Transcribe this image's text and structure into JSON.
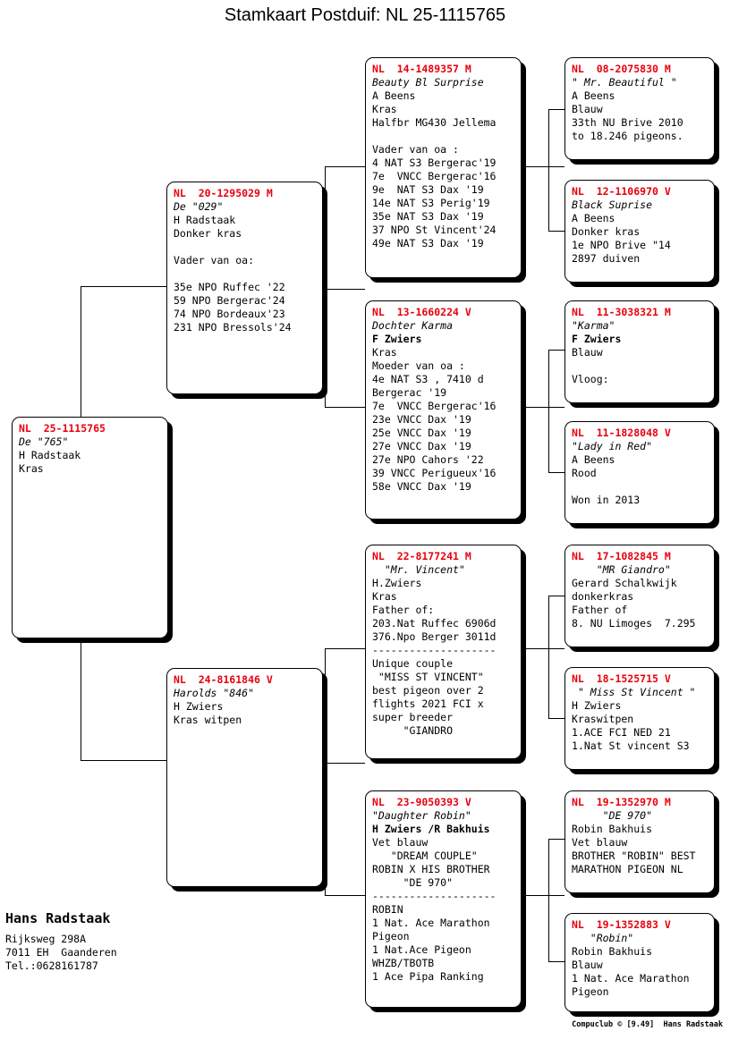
{
  "title": "Stamkaart Postduif: NL  25-1115765",
  "colors": {
    "ring_number": "#e8000d",
    "text": "#000000",
    "background": "#ffffff"
  },
  "subject": {
    "ring": "NL  25-1115765",
    "lines": [
      "De \"765\"",
      "H Radstaak",
      "Kras"
    ]
  },
  "parents": {
    "father": {
      "ring": "NL  20-1295029 M",
      "lines": [
        "De \"029\"",
        "H Radstaak",
        "Donker kras",
        "",
        "Vader van oa:",
        "",
        "35e NPO Ruffec '22",
        "59 NPO Bergerac'24",
        "74 NPO Bordeaux'23",
        "231 NPO Bressols'24"
      ]
    },
    "mother": {
      "ring": "NL  24-8161846 V",
      "lines": [
        "Harolds \"846\"",
        "H Zwiers",
        "Kras witpen"
      ]
    }
  },
  "grandparents": {
    "father_father": {
      "ring": "NL  14-1489357 M",
      "lines": [
        "Beauty Bl Surprise",
        "A Beens",
        "Kras",
        "Halfbr MG430 Jellema",
        "",
        "Vader van oa :",
        "4 NAT S3 Bergerac'19",
        "7e  VNCC Bergerac'16",
        "9e  NAT S3 Dax '19",
        "14e NAT S3 Perig'19",
        "35e NAT S3 Dax '19",
        "37 NPO St Vincent'24",
        "49e NAT S3 Dax '19"
      ]
    },
    "father_mother": {
      "ring": "NL  13-1660224 V",
      "lines": [
        "Dochter Karma",
        "F Zwiers",
        "Kras",
        "Moeder van oa :",
        "4e NAT S3 , 7410 d",
        "Bergerac '19",
        "7e  VNCC Bergerac'16",
        "23e VNCC Dax '19",
        "25e VNCC Dax '19",
        "27e VNCC Dax '19",
        "27e NPO Cahors '22",
        "39 VNCC Perigueux'16",
        "58e VNCC Dax '19"
      ]
    },
    "mother_father": {
      "ring": "NL  22-8177241 M",
      "lines": [
        "  \"Mr. Vincent\"",
        "H.Zwiers",
        "Kras",
        "Father of:",
        "203.Nat Ruffec 6906d",
        "376.Npo Berger 3011d",
        "--------------------",
        "Unique couple",
        " \"MISS ST VINCENT\"",
        "best pigeon over 2",
        "flights 2021 FCI x",
        "super breeder",
        "     \"GIANDRO"
      ]
    },
    "mother_mother": {
      "ring": "NL  23-9050393 V",
      "lines": [
        "\"Daughter Robin\"",
        "H Zwiers /R Bakhuis",
        "Vet blauw",
        "   \"DREAM COUPLE\"",
        "ROBIN X HIS BROTHER",
        "     \"DE 970\"",
        "--------------------",
        "ROBIN",
        "1 Nat. Ace Marathon",
        "Pigeon",
        "1 Nat.Ace Pigeon",
        "WHZB/TBOTB",
        "1 Ace Pipa Ranking"
      ]
    }
  },
  "great_grandparents": {
    "ff_f": {
      "ring": "NL  08-2075830 M",
      "lines": [
        "\" Mr. Beautiful \"",
        "A Beens",
        "Blauw",
        "33th NU Brive 2010",
        "to 18.246 pigeons."
      ]
    },
    "ff_m": {
      "ring": "NL  12-1106970 V",
      "lines": [
        "Black Suprise",
        "A Beens",
        "Donker kras",
        "1e NPO Brive \"14",
        "2897 duiven"
      ]
    },
    "fm_f": {
      "ring": "NL  11-3038321 M",
      "lines": [
        "\"Karma\"",
        "F Zwiers",
        "Blauw",
        "",
        "Vloog:"
      ]
    },
    "fm_m": {
      "ring": "NL  11-1828048 V",
      "lines": [
        "\"Lady in Red\"",
        "A Beens",
        "Rood",
        "",
        "Won in 2013"
      ]
    },
    "mf_f": {
      "ring": "NL  17-1082845 M",
      "lines": [
        "    \"MR Giandro\"",
        "Gerard Schalkwijk",
        "donkerkras",
        "Father of",
        "8. NU Limoges  7.295"
      ]
    },
    "mf_m": {
      "ring": "NL  18-1525715 V",
      "lines": [
        " \" Miss St Vincent \"",
        "H Zwiers",
        "Kraswitpen",
        "1.ACE FCI NED 21",
        "1.Nat St vincent S3"
      ]
    },
    "mm_f": {
      "ring": "NL  19-1352970 M",
      "lines": [
        "     \"DE 970\"",
        "Robin Bakhuis",
        "Vet blauw",
        "BROTHER \"ROBIN\" BEST",
        "MARATHON PIGEON NL"
      ]
    },
    "mm_m": {
      "ring": "NL  19-1352883 V",
      "lines": [
        "   \"Robin\"",
        "Robin Bakhuis",
        "Blauw",
        "1 Nat. Ace Marathon",
        "Pigeon"
      ]
    }
  },
  "owner": {
    "name": "Hans Radstaak",
    "address": "Rijksweg 298A",
    "city": "7011 EH  Gaanderen",
    "phone": "Tel.:0628161787"
  },
  "footer": "Compuclub © [9.49]  Hans Radstaak"
}
